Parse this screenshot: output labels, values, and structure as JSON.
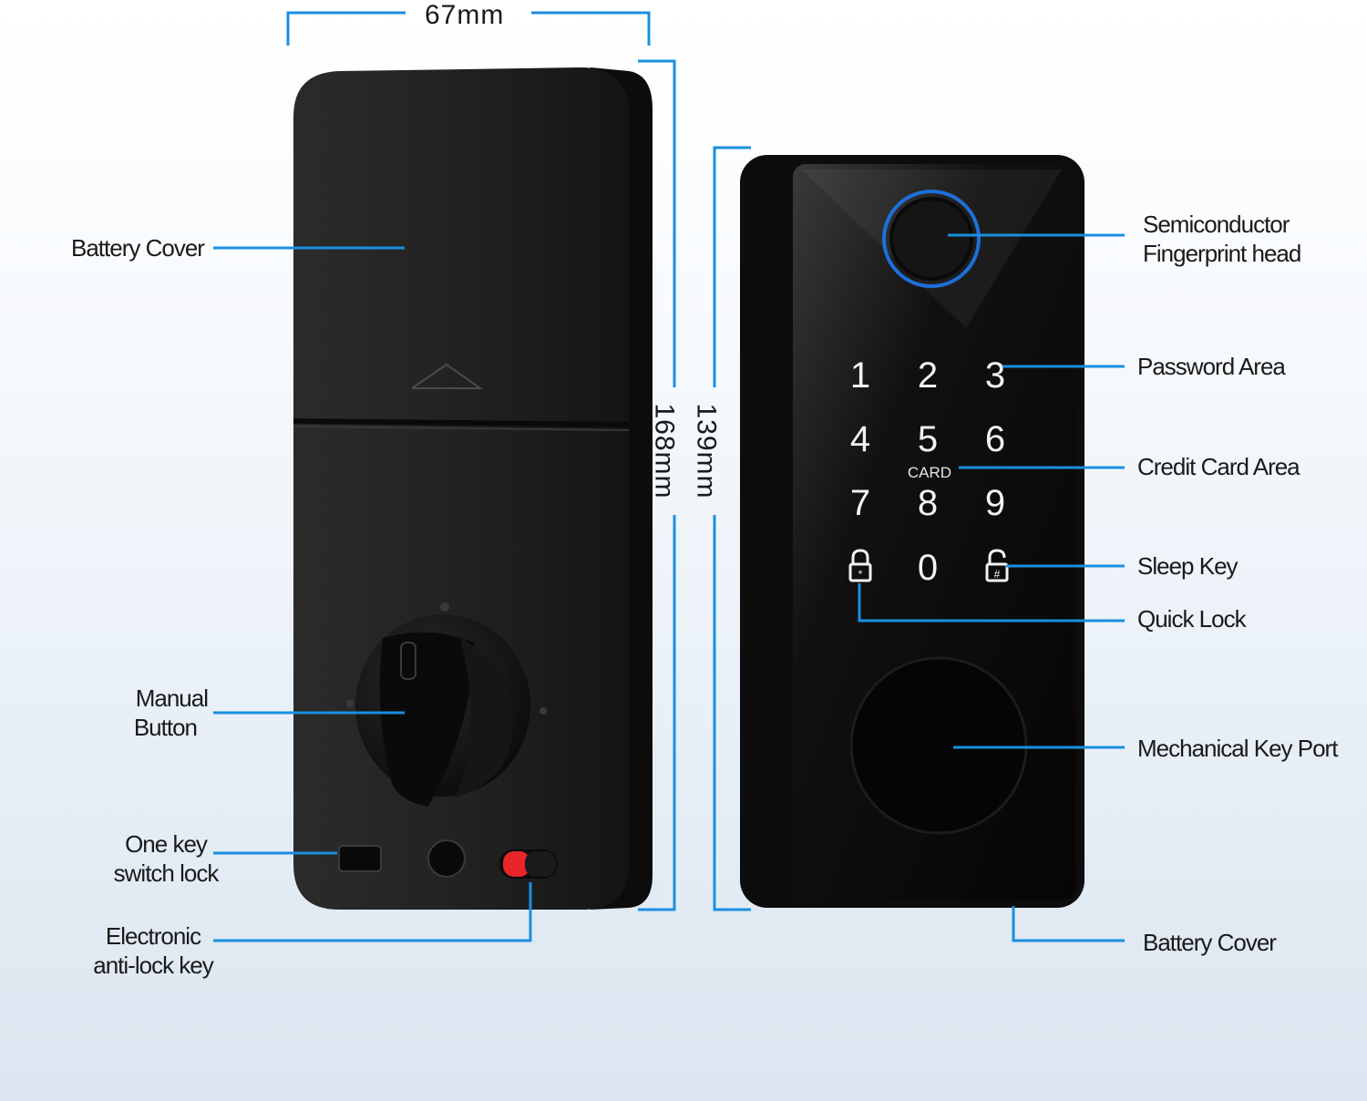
{
  "dimensions": {
    "width": "67mm",
    "height_back": "168mm",
    "height_front": "139mm"
  },
  "back_labels": {
    "battery_cover": "Battery Cover",
    "manual_button_line1": "Manual",
    "manual_button_line2": "Button",
    "one_key_line1": "One key",
    "one_key_line2": "switch lock",
    "electronic_line1": "Electronic",
    "electronic_line2": "anti-lock key"
  },
  "front_labels": {
    "fingerprint_line1": "Semiconductor",
    "fingerprint_line2": "Fingerprint head",
    "password_area": "Password Area",
    "credit_card_area": "Credit Card Area",
    "sleep_key": "Sleep Key",
    "quick_lock": "Quick Lock",
    "mechanical_key_port": "Mechanical Key Port",
    "battery_cover": "Battery Cover"
  },
  "keypad": {
    "keys": [
      "1",
      "2",
      "3",
      "4",
      "5",
      "6",
      "7",
      "8",
      "9",
      "0"
    ],
    "card_label": "CARD",
    "lock_left_symbol": "*",
    "lock_right_symbol": "#"
  },
  "colors": {
    "callout_blue": "#1a8fe0",
    "device_black": "#111111",
    "fingerprint_ring": "#1e6fd9",
    "anti_lock_red": "#e8262a"
  },
  "icons": [
    "fingerprint-icon",
    "lock-closed-icon",
    "lock-open-icon",
    "arrow-up-icon"
  ]
}
